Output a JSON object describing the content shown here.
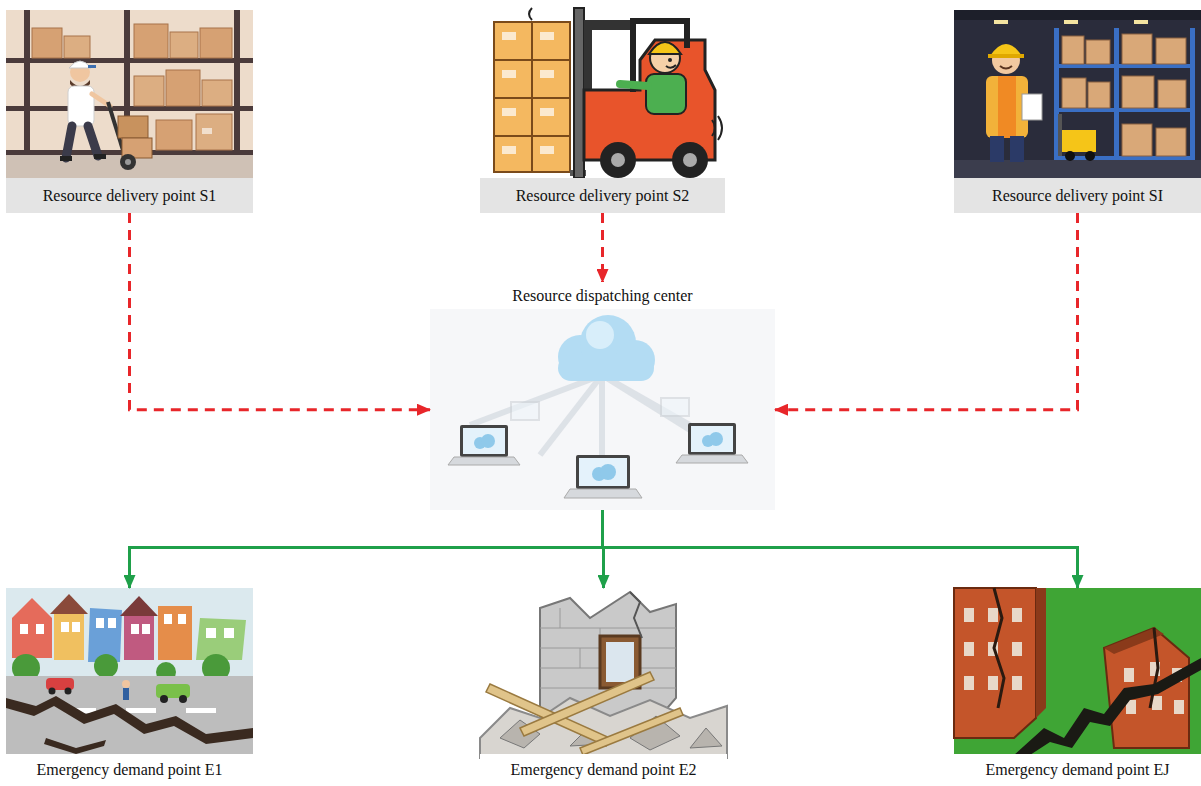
{
  "diagram": {
    "nodes": [
      {
        "text": [
          "Resource delivery point S1"
        ]
      },
      {
        "text": [
          "Resource delivery point S2"
        ]
      },
      {
        "text": [
          "Resource delivery point SI"
        ]
      },
      {
        "text": [
          "Resource dispatching center"
        ]
      },
      {
        "text": [
          "Emergency demand point E1"
        ]
      },
      {
        "text": [
          "Emergency demand point E2"
        ]
      },
      {
        "text": [
          "Emergency demand point EJ"
        ]
      }
    ],
    "edges": [
      {
        "from": 0,
        "to": 3,
        "arrow": "to"
      },
      {
        "from": 1,
        "to": 3,
        "arrow": "to"
      },
      {
        "from": 2,
        "to": 3,
        "arrow": "to"
      },
      {
        "from": 3,
        "to": 4,
        "arrow": "to"
      },
      {
        "from": 3,
        "to": 5,
        "arrow": "to"
      },
      {
        "from": 3,
        "to": 6,
        "arrow": "to"
      }
    ]
  }
}
